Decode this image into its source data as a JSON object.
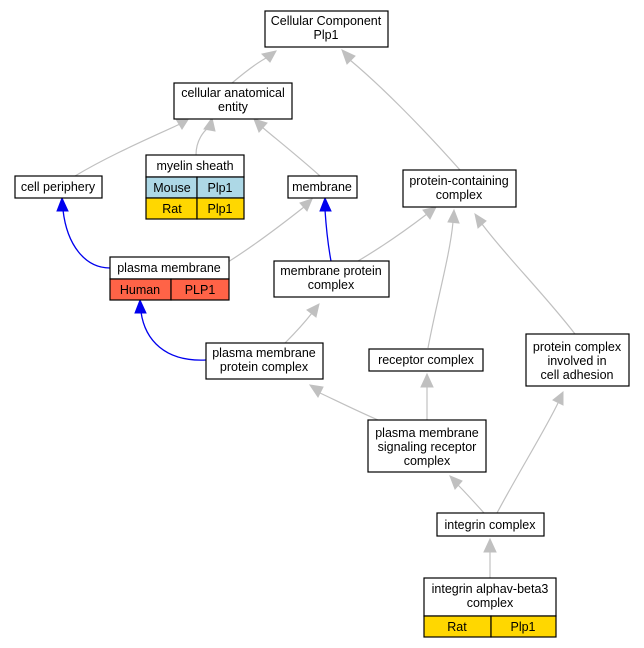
{
  "colors": {
    "mouse": "#add8e6",
    "rat": "#ffd700",
    "human": "#ff6347",
    "edge_is_a": "#c0c0c0",
    "edge_part_of": "#0000ee"
  },
  "nodes": {
    "root": {
      "line1": "Cellular Component",
      "line2": "Plp1"
    },
    "anatomical": {
      "line1": "cellular anatomical",
      "line2": "entity"
    },
    "myelin": {
      "label": "myelin sheath",
      "rows": [
        {
          "species": "Mouse",
          "gene": "Plp1"
        },
        {
          "species": "Rat",
          "gene": "Plp1"
        }
      ]
    },
    "periphery": {
      "label": "cell periphery"
    },
    "membrane": {
      "label": "membrane"
    },
    "protein_complex": {
      "line1": "protein-containing",
      "line2": "complex"
    },
    "plasma_membrane": {
      "label": "plasma membrane",
      "rows": [
        {
          "species": "Human",
          "gene": "PLP1"
        }
      ]
    },
    "membrane_protein_complex": {
      "line1": "membrane protein",
      "line2": "complex"
    },
    "pm_protein_complex": {
      "line1": "plasma membrane",
      "line2": "protein complex"
    },
    "receptor_complex": {
      "label": "receptor complex"
    },
    "adhesion_complex": {
      "line1": "protein complex",
      "line2": "involved in",
      "line3": "cell adhesion"
    },
    "signaling_receptor": {
      "line1": "plasma membrane",
      "line2": "signaling receptor",
      "line3": "complex"
    },
    "integrin": {
      "label": "integrin complex"
    },
    "integrin_avb3": {
      "line1": "integrin alphav-beta3",
      "line2": "complex",
      "rows": [
        {
          "species": "Rat",
          "gene": "Plp1"
        }
      ]
    }
  }
}
